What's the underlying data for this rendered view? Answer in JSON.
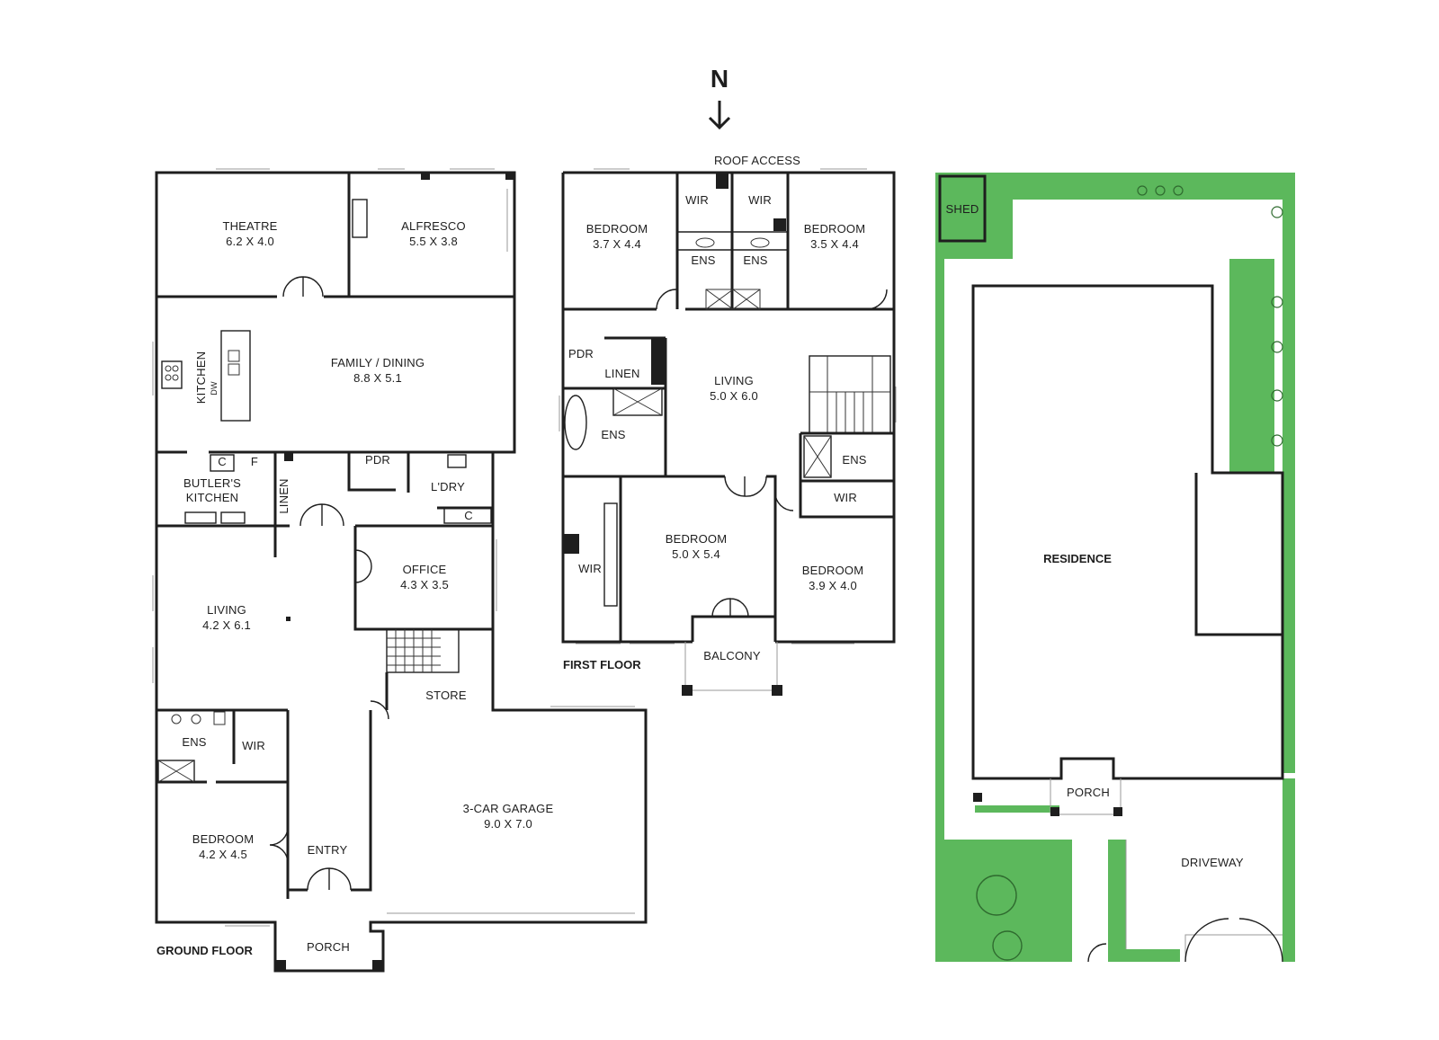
{
  "north": "N",
  "roof_access": "ROOF ACCESS",
  "ground_floor": {
    "caption": "GROUND FLOOR",
    "rooms": {
      "theatre": {
        "name": "THEATRE",
        "dims": "6.2 X 4.0"
      },
      "alfresco": {
        "name": "ALFRESCO",
        "dims": "5.5 X 3.8"
      },
      "family_dining": {
        "name": "FAMILY / DINING",
        "dims": "8.8 X 5.1"
      },
      "kitchen": {
        "name": "KITCHEN",
        "dw": "DW"
      },
      "butlers_kitchen": {
        "line1": "BUTLER'S",
        "line2": "KITCHEN"
      },
      "c1": "C",
      "f": "F",
      "linen": "LINEN",
      "pdr": "PDR",
      "laundry": "L'DRY",
      "c2": "C",
      "office": {
        "name": "OFFICE",
        "dims": "4.3 X 3.5"
      },
      "living": {
        "name": "LIVING",
        "dims": "4.2 X 6.1"
      },
      "store": "STORE",
      "ens": "ENS",
      "wir": "WIR",
      "bedroom": {
        "name": "BEDROOM",
        "dims": "4.2 X 4.5"
      },
      "entry": "ENTRY",
      "garage": {
        "name": "3-CAR GARAGE",
        "dims": "9.0 X 7.0"
      },
      "porch": "PORCH"
    }
  },
  "first_floor": {
    "caption": "FIRST FLOOR",
    "rooms": {
      "bedroom_nw": {
        "name": "BEDROOM",
        "dims": "3.7 X 4.4"
      },
      "bedroom_ne": {
        "name": "BEDROOM",
        "dims": "3.5 X 4.4"
      },
      "wir1": "WIR",
      "wir2": "WIR",
      "ens1": "ENS",
      "ens2": "ENS",
      "pdr": "PDR",
      "linen": "LINEN",
      "ens3": "ENS",
      "living": {
        "name": "LIVING",
        "dims": "5.0 X 6.0"
      },
      "ens4": "ENS",
      "wir3": "WIR",
      "wir4": "WIR",
      "bedroom_main": {
        "name": "BEDROOM",
        "dims": "5.0 X 5.4"
      },
      "bedroom_se": {
        "name": "BEDROOM",
        "dims": "3.9 X 4.0"
      },
      "balcony": "BALCONY"
    }
  },
  "site": {
    "shed": "SHED",
    "residence": "RESIDENCE",
    "porch": "PORCH",
    "driveway": "DRIVEWAY"
  },
  "colors": {
    "lawn": "#5cb85c",
    "walls": "#1e1e1e"
  }
}
